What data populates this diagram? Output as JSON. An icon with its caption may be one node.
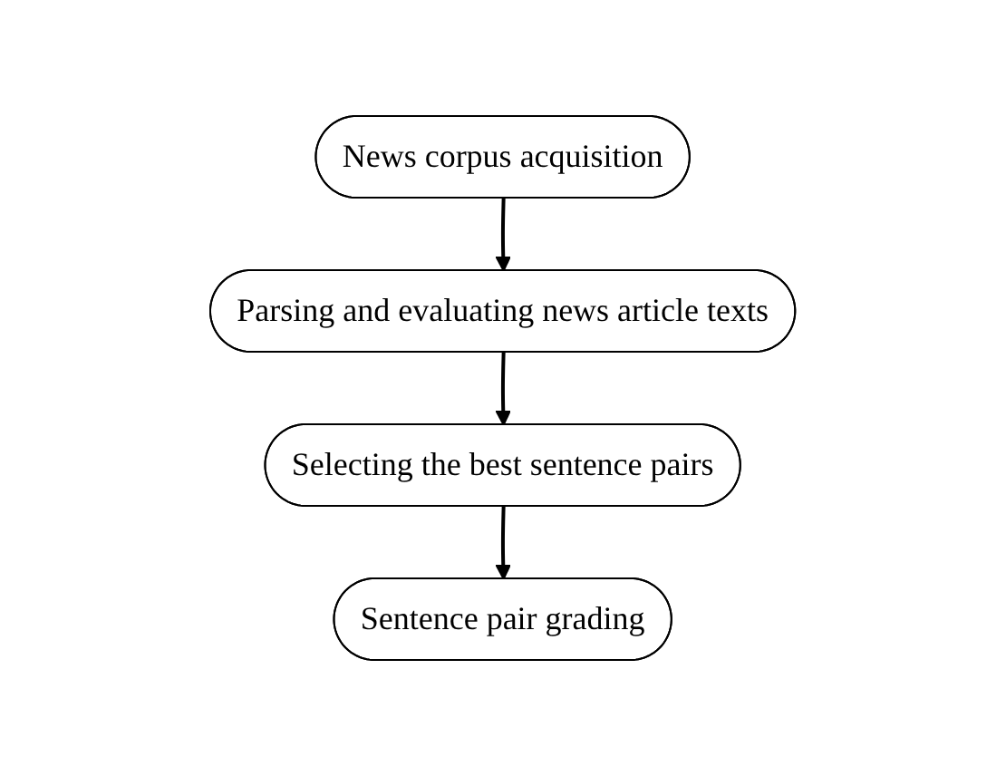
{
  "diagram": {
    "nodes": [
      {
        "text": [
          "News corpus acquisition"
        ]
      },
      {
        "text": [
          "Parsing and evaluating news article texts"
        ]
      },
      {
        "text": [
          "Selecting the best sentence pairs"
        ]
      },
      {
        "text": [
          "Sentence pair grading"
        ]
      }
    ],
    "edges": [
      {
        "from": 0,
        "to": 1,
        "arrow": "to"
      },
      {
        "from": 1,
        "to": 2,
        "arrow": "to"
      },
      {
        "from": 2,
        "to": 3,
        "arrow": "to"
      }
    ]
  }
}
